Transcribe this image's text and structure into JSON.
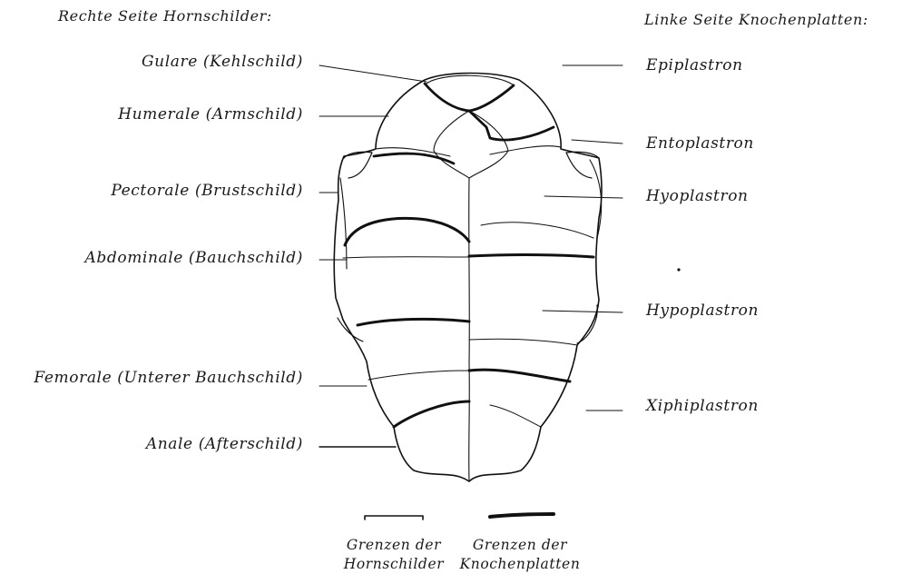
{
  "headings": {
    "left": "Rechte Seite Hornschilder:",
    "right": "Linke Seite Knochenplatten:"
  },
  "left_labels": [
    "Gulare (Kehlschild)",
    "Humerale (Armschild)",
    "Pectorale (Brustschild)",
    "Abdominale (Bauchschild)",
    "Femorale (Unterer Bauchschild)",
    "Anale (Afterschild)"
  ],
  "right_labels": [
    "Epiplastron",
    "Entoplastron",
    "Hyoplastron",
    "Hypoplastron",
    "Xiphiplastron"
  ],
  "legend": {
    "thin": {
      "line1": "Grenzen der",
      "line2": "Hornschilder"
    },
    "thick": {
      "line1": "Grenzen der",
      "line2": "Knochenplatten"
    }
  }
}
